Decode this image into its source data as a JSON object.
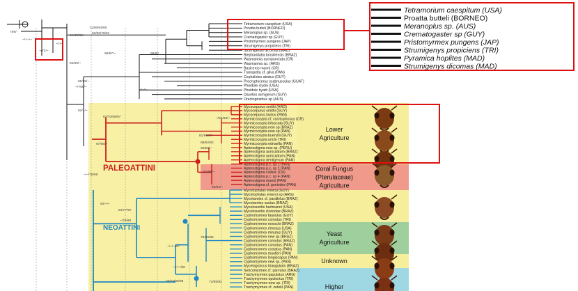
{
  "tree": {
    "top_taxa": [
      "Tetramorium caespitum (USA)",
      "Proatta butteli (BORNEO)",
      "Meranoplus sp. (AUS)",
      "Crematogaster sp (GUY)",
      "Pristomyrmex pungens (JAP)",
      "Strumigenys propiciens (TRI)",
      "Strumigenys dicomas (MAD)",
      "Blepharidatta brasiliensis (BRAZ)",
      "Wasmannia auropunctata (CR)",
      "Wasmannia sp. (ARG)",
      "Basiceros manni (CR)",
      "Tranopelta cf. gilva (PAN)",
      "Cephalotes atratus (GUY)",
      "Procryptocerus scabriusculus (GUAT)",
      "Pheidole clydei (USA)",
      "Pheidole hyatti (USA)",
      "Daceton armigerum (GUY)",
      "Orectognathus sp (AUS)"
    ],
    "paleoattini_taxa": [
      "Mycocepurus smithi (ARG)",
      "Mycocepurus smithi (GUY)",
      "Mycocepurus tardus (PAN)",
      "Myrmicocrypta cf. corvispinosus (CR)",
      "Myrmicocrypta infuscata (GUY)",
      "Myrmicocrypta new sp (BRAZ)",
      "Myrmicocrypta new sp (PAN)",
      "Myrmicocrypta buenzlii (GUY)",
      "Myrmicocrypta urichi (TRI)",
      "Myrmicocrypta ednaella (PAN)",
      "Apterostigma new sp. (PERU)",
      "Apterostigma auriculatum (BRAZ)",
      "Apterostigma auriculatum (PAN)",
      "Apterostigma dentigerum (PAN)",
      "Apterostigma p.c. sp 1 (PAN)",
      "Apterostigma p.c. sp 1 (PAN)",
      "Apterostigma collare (CR)",
      "Apterostigma p.c. sp 4 (PAN)",
      "Apterostigma manni (PAN)",
      "Apterostigma cf. goniodes (PAN)"
    ],
    "neoattini_taxa": [
      "Mycetophylax emeryi (GUY)",
      "Mycetophylax emeryi sp (ARG)",
      "Mycetarotes cf. parallelus (BRAZ)",
      "Mycetarotes acutus (BRAZ)",
      "Mycetosoritis hartmanni (USA)",
      "Mycetosoritis clorindae (BRAZ)",
      "Cyphomyrmex faunulus (GUY)",
      "Cyphomyrmex cornutus (TRI)",
      "Cyphomyrmex morschi (BRAZ)",
      "Cyphomyrmex rimosus (USA)",
      "Cyphomyrmex minutus (GUY)",
      "Cyphomyrmex new sp (BRAZ)",
      "Cyphomyrmex cornutus (BRAZ)",
      "Cyphomyrmex cornutus (PAN)",
      "Cyphomyrmex costatus (PAN)",
      "Cyphomyrmex muelleri (PAN)",
      "Cyphomyrmex longiscapus (PAN)",
      "Cyphomyrmex new sp. (PAN)",
      "Mycetagroicus triangularis (BRAZ)",
      "Sericomyrmex cf. parvulus (BRAZ)",
      "Trachymyrmex papulatus (ARG)",
      "Trachymyrmex opulentus (TRI)",
      "Trachymyrmex new sp. (TRI)",
      "Trachymyrmex cf. zeteki (PAN)"
    ],
    "support_values": [
      "<96/-",
      "~/-/~/~",
      "~/72/~",
      "~/-/~",
      "71/66/64/65",
      "50/68/78/91",
      "64/65/60/~",
      "99/97/~",
      "99/97",
      "84/90/~",
      "95/98/~",
      "~/-/96/~",
      "~/~/~",
      "92/~/~",
      "62/70/69/97",
      "97/68/~",
      "~/62/63/~",
      "81/99/87",
      "98/52/62",
      "95/59/~",
      "91/95/~",
      "95/84/~",
      "~/~/78/99",
      "92/~/~",
      "64/77/97",
      "~/76/96",
      "~/~/~/97",
      "79/96/96",
      "~/~/~/98",
      "70/74/69/98",
      "72/85/92"
    ],
    "clade_labels": {
      "paleo": "PALEOATTINI",
      "neo": "NEOATTINI"
    }
  },
  "agriculture": [
    {
      "id": "lower",
      "lines": [
        "Lower",
        "Agriculture"
      ],
      "color": "#f7ee9c"
    },
    {
      "id": "coral",
      "lines": [
        "Coral Fungus",
        "(Pterulaceae)",
        "Agriculture"
      ],
      "color": "#ef9a8a"
    },
    {
      "id": "neo-lower",
      "lines": [],
      "color": "#f7ee9c"
    },
    {
      "id": "yeast",
      "lines": [
        "Yeast",
        "Agriculture"
      ],
      "color": "#9fcf9c"
    },
    {
      "id": "unknown",
      "lines": [
        "Unknown"
      ],
      "color": "#f7ee9c"
    },
    {
      "id": "higher",
      "lines": [
        "Higher"
      ],
      "color": "#9fd7e3"
    }
  ],
  "inset": {
    "taxa": [
      "Tetramorium caespitum (USA)",
      "Proatta butteli (BORNEO)",
      "Meranoplus sp. (AUS)",
      "Crematogaster sp (GUY)",
      "Pristomyrmex pungens (JAP)",
      "Strumigenys propiciens (TRI)",
      "Pyramica hoplites (MAD)",
      "Strumigenys dicomas (MAD)"
    ]
  },
  "colors": {
    "paleo": "#cc1e1e",
    "neo": "#1f88c4",
    "highlight": "#dd1111",
    "paleo_bg": "#f8f0a4"
  },
  "icons": [
    "ant-head-icon"
  ]
}
